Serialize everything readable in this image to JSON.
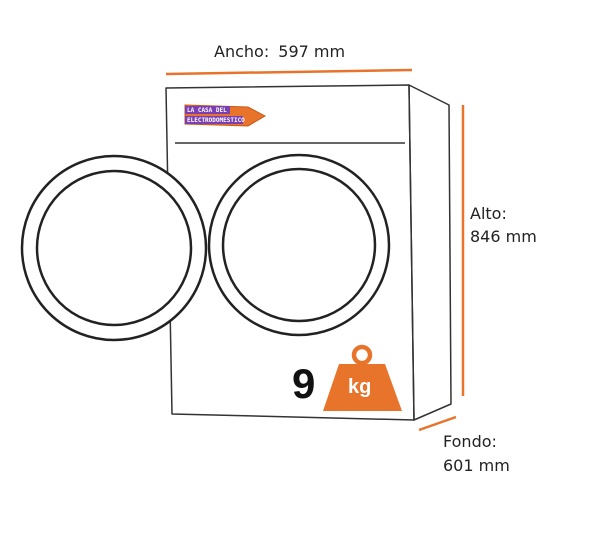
{
  "dimensions": {
    "width_label": "Ancho:",
    "width_value": "597 mm",
    "height_label": "Alto:",
    "height_value": "846 mm",
    "depth_label": "Fondo:",
    "depth_value": "601 mm"
  },
  "capacity": {
    "number": "9",
    "unit": "kg"
  },
  "logo": {
    "line1": "LA CASA DEL",
    "line2": "ELECTRODOMESTICO"
  },
  "colors": {
    "accent": "#e8732a",
    "outline": "#333333",
    "logo_purple": "#7a3fb0"
  }
}
